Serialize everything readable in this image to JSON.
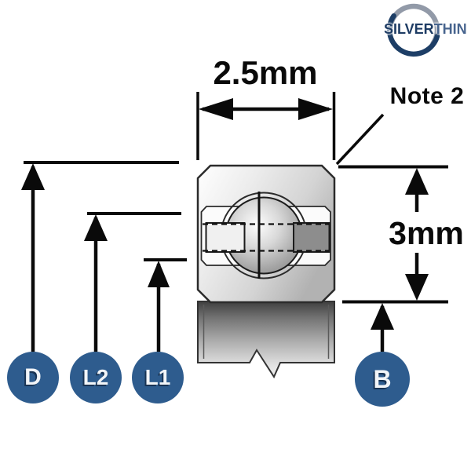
{
  "logo": {
    "text_primary": "SILVER",
    "text_secondary": "THIN",
    "color_primary": "#1e3c64",
    "color_secondary": "#47648e",
    "arc_gray": "#929aa8",
    "arc_blue": "#1d3e66"
  },
  "dimensions": {
    "width": {
      "label": "2.5mm"
    },
    "height": {
      "label": "3mm"
    },
    "note": {
      "label": "Note 2"
    }
  },
  "callouts": {
    "circle_color": "#2e5c8e",
    "items": [
      {
        "id": "outer-diameter",
        "label": "D"
      },
      {
        "id": "l2",
        "label": "L2"
      },
      {
        "id": "l1",
        "label": "L1"
      },
      {
        "id": "bore",
        "label": "B"
      }
    ]
  },
  "drawing": {
    "subject": "thin-section ball bearing cross-section",
    "line_color": "#0a0a0a"
  }
}
